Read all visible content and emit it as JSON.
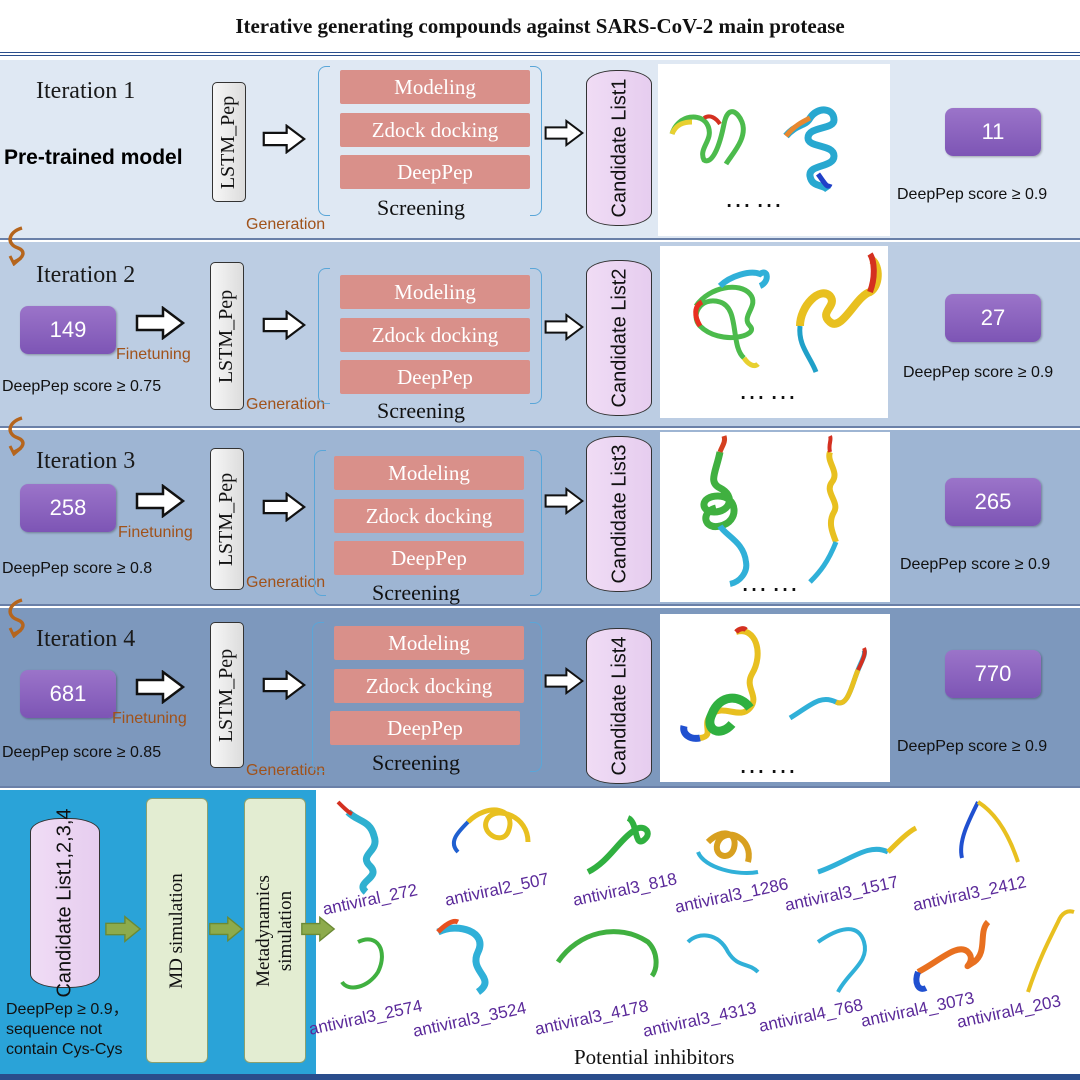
{
  "title": "Iterative generating compounds against SARS-CoV-2 main protease",
  "iterations": [
    {
      "label": "Iteration 1",
      "extra": "Pre-trained model",
      "model": "LSTM_Pep",
      "generation": "Generation",
      "steps": [
        "Modeling",
        "Zdock docking",
        "DeepPep"
      ],
      "screening": "Screening",
      "candidate": "Candidate List1",
      "result": "11",
      "result_score": "DeepPep score ≥ 0.9",
      "dots": "……"
    },
    {
      "label": "Iteration 2",
      "input": "149",
      "input_score": "DeepPep score ≥ 0.75",
      "finetuning": "Finetuning",
      "model": "LSTM_Pep",
      "generation": "Generation",
      "steps": [
        "Modeling",
        "Zdock docking",
        "DeepPep"
      ],
      "screening": "Screening",
      "candidate": "Candidate List2",
      "result": "27",
      "result_score": "DeepPep score ≥ 0.9",
      "dots": "……"
    },
    {
      "label": "Iteration 3",
      "input": "258",
      "input_score": "DeepPep score ≥ 0.8",
      "finetuning": "Finetuning",
      "model": "LSTM_Pep",
      "generation": "Generation",
      "steps": [
        "Modeling",
        "Zdock docking",
        "DeepPep"
      ],
      "screening": "Screening",
      "candidate": "Candidate List3",
      "result": "265",
      "result_score": "DeepPep score ≥ 0.9",
      "dots": "……"
    },
    {
      "label": "Iteration 4",
      "input": "681",
      "input_score": "DeepPep score ≥ 0.85",
      "finetuning": "Finetuning",
      "model": "LSTM_Pep",
      "generation": "Generation",
      "steps": [
        "Modeling",
        "Zdock docking",
        "DeepPep"
      ],
      "screening": "Screening",
      "candidate": "Candidate List4",
      "result": "770",
      "result_score": "DeepPep score ≥ 0.9",
      "dots": "……"
    }
  ],
  "final": {
    "candidate": "Candidate List1,2,3,4",
    "note_line1": "DeepPep ≥ 0.9，",
    "note_line2": "sequence not",
    "note_line3": "contain Cys-Cys",
    "md": "MD simulation",
    "meta_line1": "Metadynamics",
    "meta_line2": "simulation",
    "inhibitors_title": "Potential inhibitors",
    "inhibitors": [
      "antiviral_272",
      "antiviral2_507",
      "antiviral3_818",
      "antiviral3_1286",
      "antiviral3_1517",
      "antiviral3_2412",
      "antiviral3_2574",
      "antiviral3_3524",
      "antiviral3_4178",
      "antiviral3_4313",
      "antiviral4_768",
      "antiviral4_3073",
      "antiviral4_203"
    ]
  }
}
